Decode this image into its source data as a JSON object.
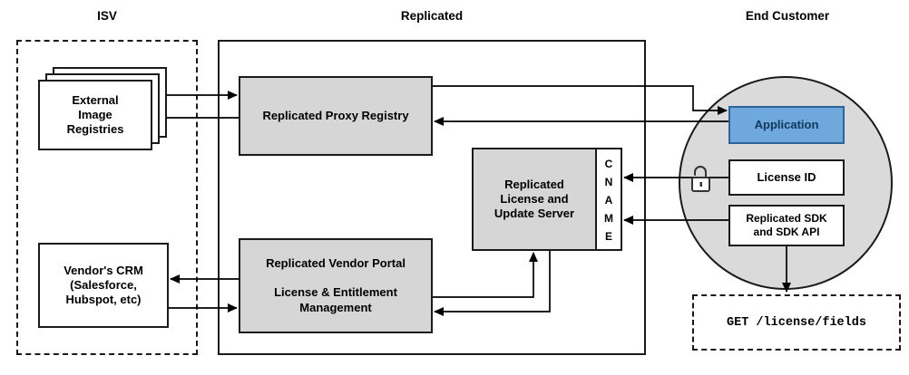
{
  "colors": {
    "node-gray": "#d6d6d6",
    "region-gray": "#dadada",
    "app-fill": "#6fa8dc",
    "app-border": "#2e6399",
    "app-text": "#10375c",
    "line-color": "#000000"
  },
  "headers": {
    "isv": "ISV",
    "replicated": "Replicated",
    "end_customer": "End Customer"
  },
  "nodes": {
    "external_registries": {
      "label": "External\nImage\nRegistries"
    },
    "vendors_crm": {
      "label": "Vendor's CRM\n(Salesforce,\nHubspot, etc)"
    },
    "proxy_registry": {
      "label": "Replicated Proxy Registry"
    },
    "license_update_server": {
      "label": "Replicated\nLicense and\nUpdate Server"
    },
    "cname": {
      "label": "CNAME",
      "stacked": "C\nN\nA\nM\nE"
    },
    "vendor_portal": {
      "title": "Replicated Vendor Portal",
      "subtitle": "License & Entitlement\nManagement"
    },
    "application": {
      "label": "Application"
    },
    "license_id": {
      "label": "License ID"
    },
    "replicated_sdk": {
      "label": "Replicated SDK\nand SDK API"
    },
    "get_endpoint": {
      "label": "GET /license/fields"
    }
  },
  "icons": {
    "lock": "open-padlock-icon"
  }
}
